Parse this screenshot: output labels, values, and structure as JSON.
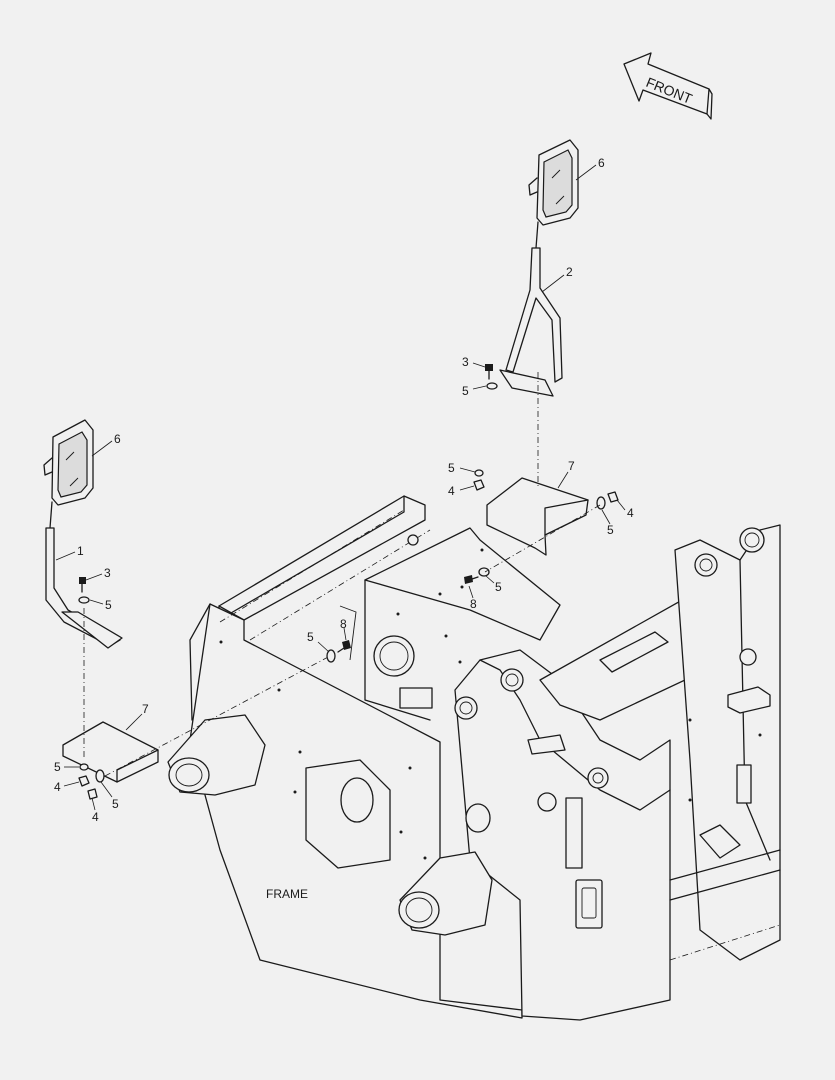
{
  "diagram": {
    "direction_label": "FRONT",
    "frame_label": "FRAME",
    "callouts": [
      {
        "id": "c6a",
        "text": "6"
      },
      {
        "id": "c2",
        "text": "2"
      },
      {
        "id": "c3a",
        "text": "3"
      },
      {
        "id": "c5a",
        "text": "5"
      },
      {
        "id": "c5b",
        "text": "5"
      },
      {
        "id": "c7a",
        "text": "7"
      },
      {
        "id": "c4a",
        "text": "4"
      },
      {
        "id": "c4b",
        "text": "4"
      },
      {
        "id": "c5c",
        "text": "5"
      },
      {
        "id": "c5d",
        "text": "5"
      },
      {
        "id": "c8a",
        "text": "8"
      },
      {
        "id": "c6b",
        "text": "6"
      },
      {
        "id": "c1",
        "text": "1"
      },
      {
        "id": "c3b",
        "text": "3"
      },
      {
        "id": "c5e",
        "text": "5"
      },
      {
        "id": "c5f",
        "text": "5"
      },
      {
        "id": "c8b",
        "text": "8"
      },
      {
        "id": "c7b",
        "text": "7"
      },
      {
        "id": "c5g",
        "text": "5"
      },
      {
        "id": "c4c",
        "text": "4"
      },
      {
        "id": "c5h",
        "text": "5"
      },
      {
        "id": "c4d",
        "text": "4"
      }
    ]
  }
}
